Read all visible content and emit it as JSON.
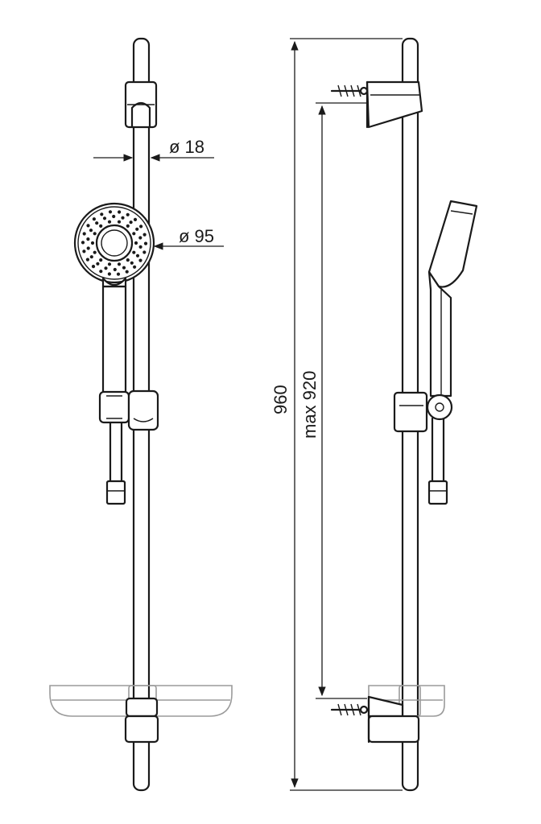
{
  "dimensions": {
    "rail_diameter": "ø 18",
    "head_diameter": "ø 95",
    "total_height": "960",
    "max_mount_distance": "max 920"
  },
  "colors": {
    "line": "#1a1a1a",
    "shelf": "#9a9a9a",
    "background": "#ffffff"
  }
}
